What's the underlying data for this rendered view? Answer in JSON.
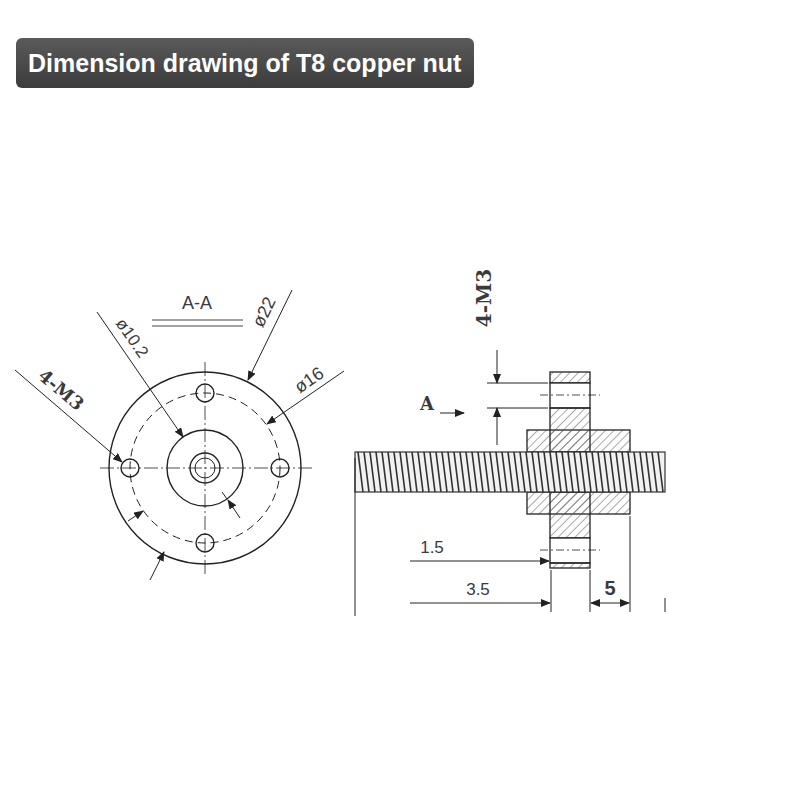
{
  "diagram": {
    "title": "Dimension drawing of T8 copper nut",
    "labels": [
      "A-A",
      "ø10.2",
      "ø22",
      "ø16",
      "4-M3",
      "4-M3",
      "A",
      "1.5",
      "3.5",
      "5"
    ]
  }
}
